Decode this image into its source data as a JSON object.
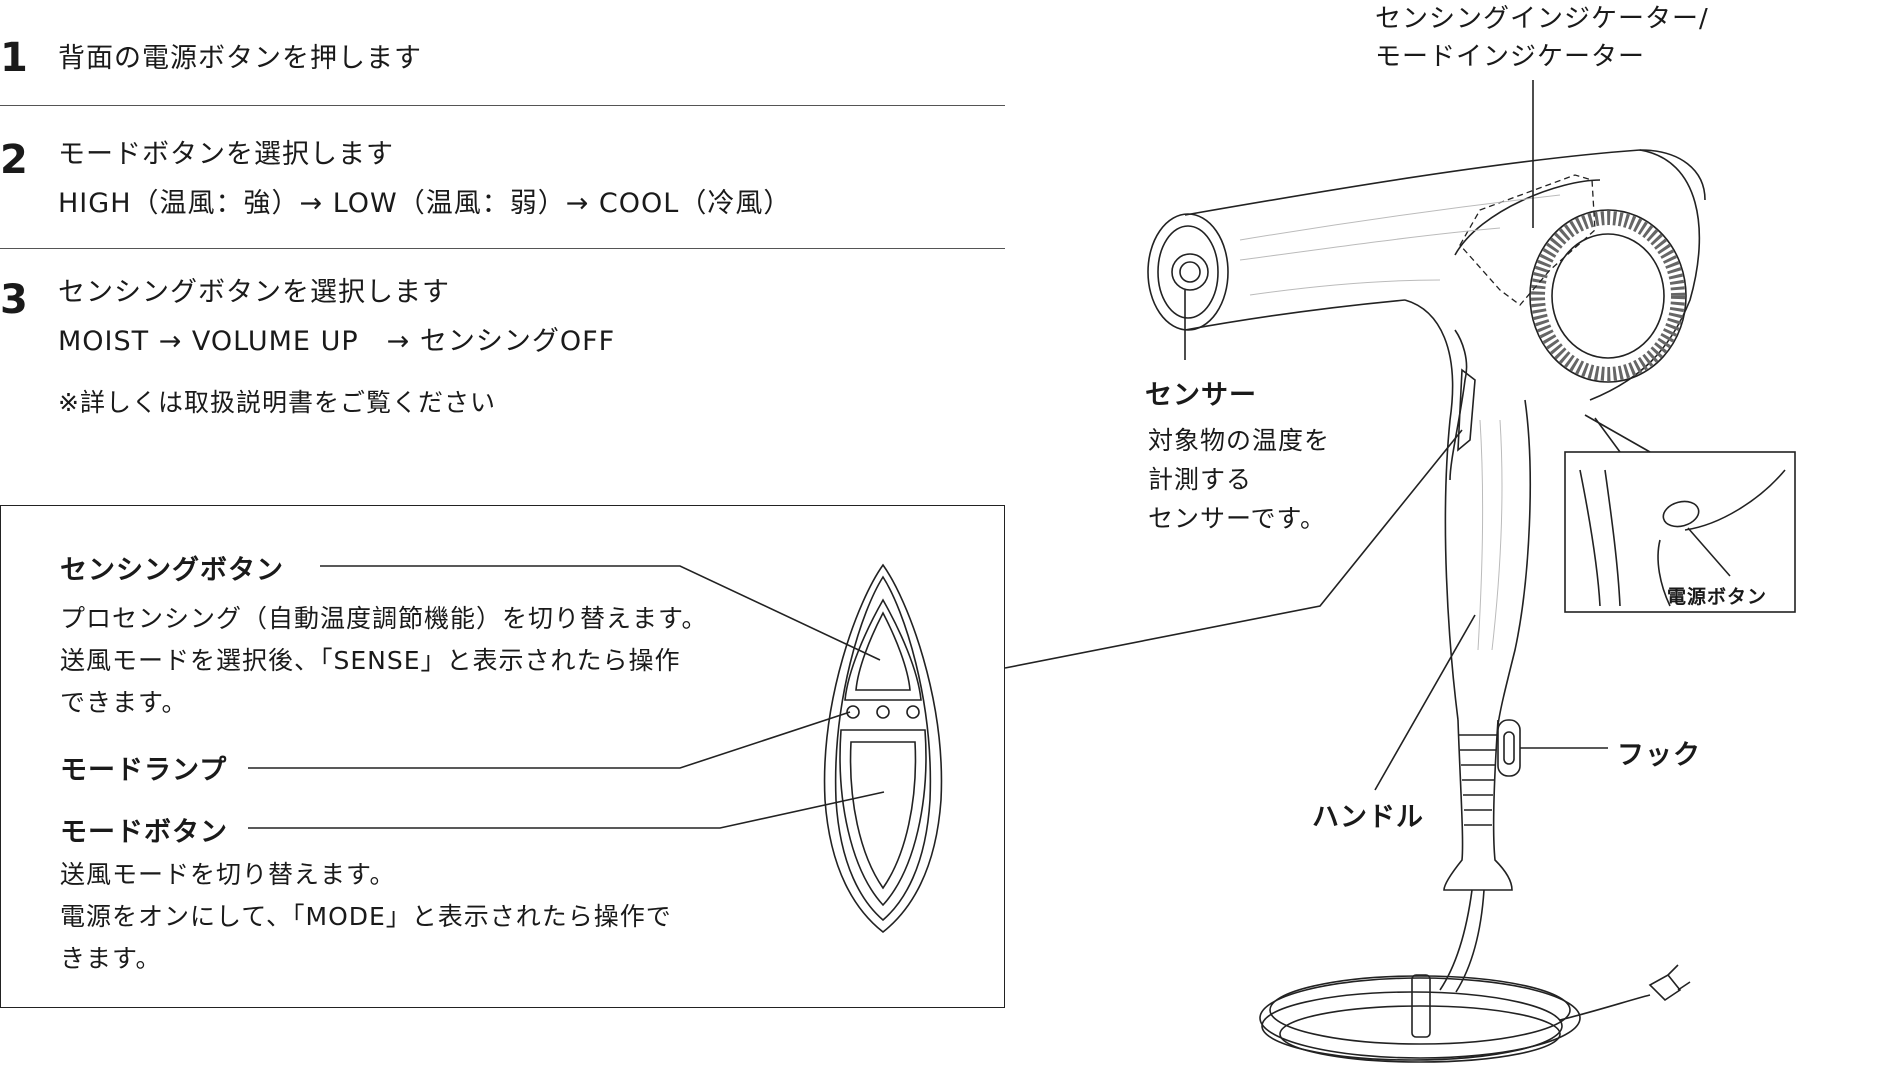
{
  "steps": [
    {
      "num": "1",
      "lines": [
        "背面の電源ボタンを押します"
      ]
    },
    {
      "num": "2",
      "lines": [
        "モードボタンを選択します",
        "HIGH（温風：強）→ LOW（温風：弱）→ COOL（冷風）"
      ]
    },
    {
      "num": "3",
      "lines": [
        "センシングボタンを選択します",
        "MOIST → VOLUME UP　→ センシングOFF"
      ]
    }
  ],
  "note": "※詳しくは取扱説明書をご覧ください",
  "panel": {
    "sensing_button": {
      "title": "センシングボタン",
      "desc": [
        "プロセンシング（自動温度調節機能）を切り替えます。",
        "送風モードを選択後、「SENSE」と表示されたら操作",
        "できます。"
      ]
    },
    "mode_lamp": {
      "title": "モードランプ"
    },
    "mode_button": {
      "title": "モードボタン",
      "desc": [
        "送風モードを切り替えます。",
        "電源をオンにして、「MODE」と表示されたら操作で",
        "きます。"
      ]
    }
  },
  "callouts": {
    "indicator": [
      "センシングインジケーター/",
      "モードインジケーター"
    ],
    "sensor_title": "センサー",
    "sensor_desc": [
      "対象物の温度を",
      "計測する",
      "センサーです。"
    ],
    "power_button": "電源ボタン",
    "hook": "フック",
    "handle": "ハンドル"
  }
}
